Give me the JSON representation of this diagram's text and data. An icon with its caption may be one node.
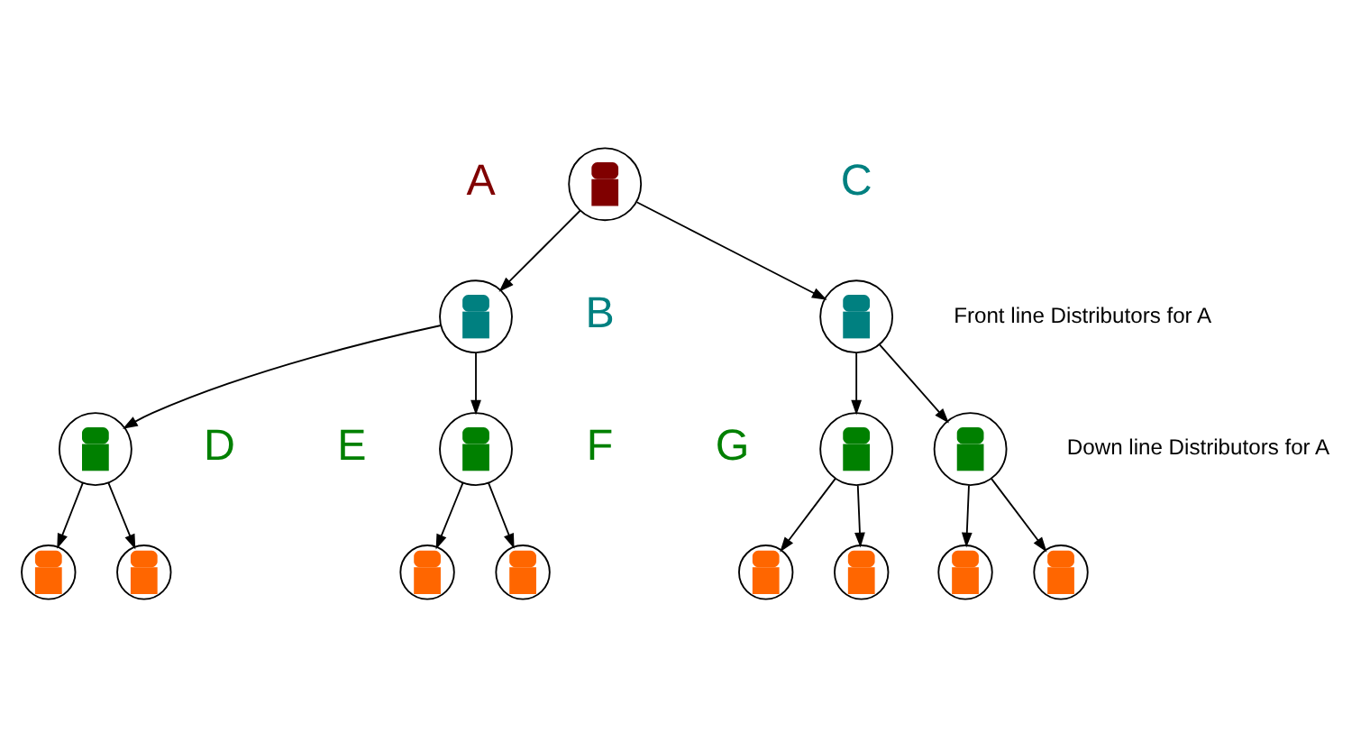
{
  "diagram": {
    "nodes": [
      {
        "text": [],
        "shape": "person",
        "beside": [
          "A"
        ]
      },
      {
        "text": [],
        "shape": "person",
        "beside": [
          "B"
        ]
      },
      {
        "text": [],
        "shape": "person",
        "beside": [
          "C"
        ]
      },
      {
        "text": [],
        "shape": "person",
        "beside": [
          "D"
        ]
      },
      {
        "text": [],
        "shape": "person",
        "beside": [
          "E",
          "F"
        ]
      },
      {
        "text": [],
        "shape": "person",
        "beside": [
          "G"
        ]
      },
      {
        "text": [],
        "shape": "person"
      },
      {
        "text": [],
        "shape": "person"
      },
      {
        "text": [],
        "shape": "person"
      },
      {
        "text": [],
        "shape": "person"
      },
      {
        "text": [],
        "shape": "person"
      },
      {
        "text": [],
        "shape": "person"
      },
      {
        "text": [],
        "shape": "person"
      },
      {
        "text": [],
        "shape": "person"
      },
      {
        "text": [],
        "shape": "person"
      }
    ],
    "edges": [
      {
        "from": 0,
        "to": 1,
        "arrow": "to"
      },
      {
        "from": 0,
        "to": 2,
        "arrow": "to"
      },
      {
        "from": 1,
        "to": 3,
        "arrow": "to"
      },
      {
        "from": 1,
        "to": 4,
        "arrow": "to"
      },
      {
        "from": 2,
        "to": 5,
        "arrow": "to"
      },
      {
        "from": 2,
        "to": 6,
        "arrow": "to"
      },
      {
        "from": 3,
        "to": 7,
        "arrow": "to"
      },
      {
        "from": 3,
        "to": 8,
        "arrow": "to"
      },
      {
        "from": 4,
        "to": 9,
        "arrow": "to"
      },
      {
        "from": 4,
        "to": 10,
        "arrow": "to"
      },
      {
        "from": 5,
        "to": 11,
        "arrow": "to"
      },
      {
        "from": 5,
        "to": 12,
        "arrow": "to"
      },
      {
        "from": 6,
        "to": 13,
        "arrow": "to"
      },
      {
        "from": 6,
        "to": 14,
        "arrow": "to"
      }
    ],
    "labels": [
      "Front line Distributors for A",
      "Down line Distributors for A"
    ]
  }
}
